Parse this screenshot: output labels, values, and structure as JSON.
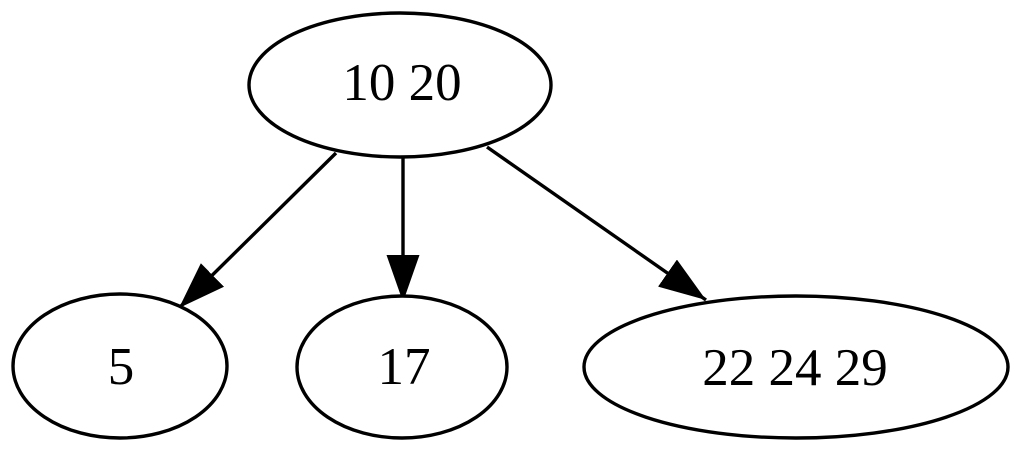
{
  "diagram": {
    "type": "tree",
    "background_color": "#ffffff",
    "node_fill_color": "#ffffff",
    "stroke_color": "#000000",
    "text_color": "#000000",
    "nodes": [
      {
        "id": "n0",
        "label": "10 20"
      },
      {
        "id": "n1",
        "label": "5"
      },
      {
        "id": "n2",
        "label": "17"
      },
      {
        "id": "n3",
        "label": "22 24 29"
      }
    ],
    "edges": [
      {
        "from": "10 20",
        "to": "5"
      },
      {
        "from": "10 20",
        "to": "17"
      },
      {
        "from": "10 20",
        "to": "22 24 29"
      }
    ]
  }
}
